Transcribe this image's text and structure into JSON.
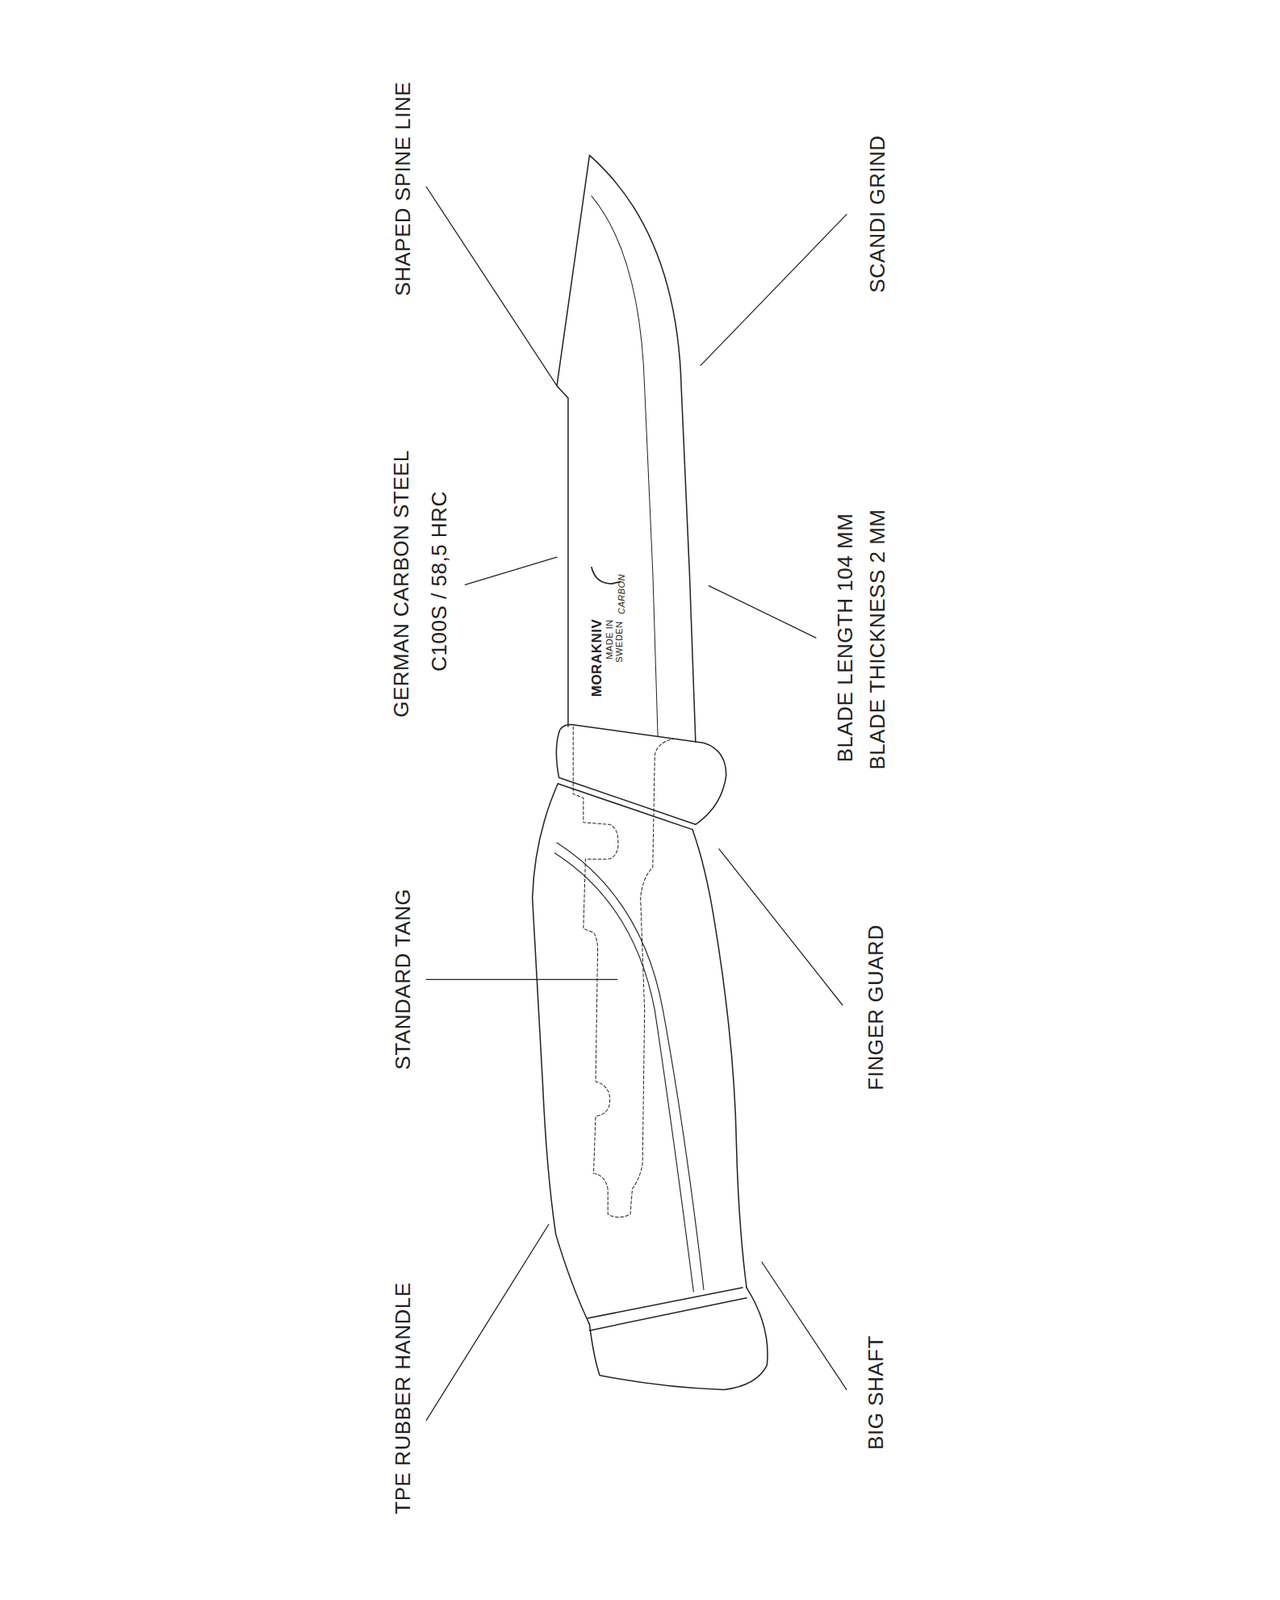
{
  "diagram": {
    "labels": [
      "SHAPED SPINE LINE",
      "SCANDI GRIND",
      "GERMAN CARBON STEEL",
      "C100S / 58,5 HRC",
      "BLADE LENGTH 104 MM",
      "BLADE THICKNESS 2 MM",
      "STANDARD TANG",
      "FINGER GUARD",
      "TPE RUBBER HANDLE",
      "BIG SHAFT",
      "MORAKNIV",
      "MADE IN",
      "SWEDEN",
      "CARBON"
    ]
  }
}
